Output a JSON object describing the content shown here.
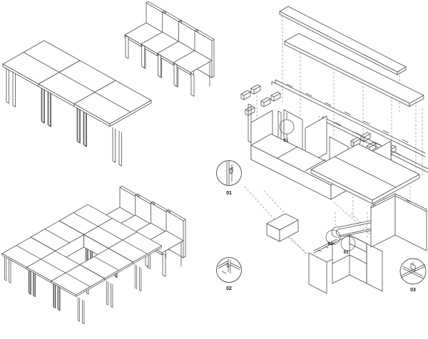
{
  "sheet": {
    "background": "#ffffff",
    "line_color": "#4d4d4d",
    "labels": {
      "callout_01": "01",
      "callout_02": "02",
      "callout_03": "03",
      "detail_01": "01",
      "detail_02": "02",
      "detail_03": "03"
    }
  }
}
